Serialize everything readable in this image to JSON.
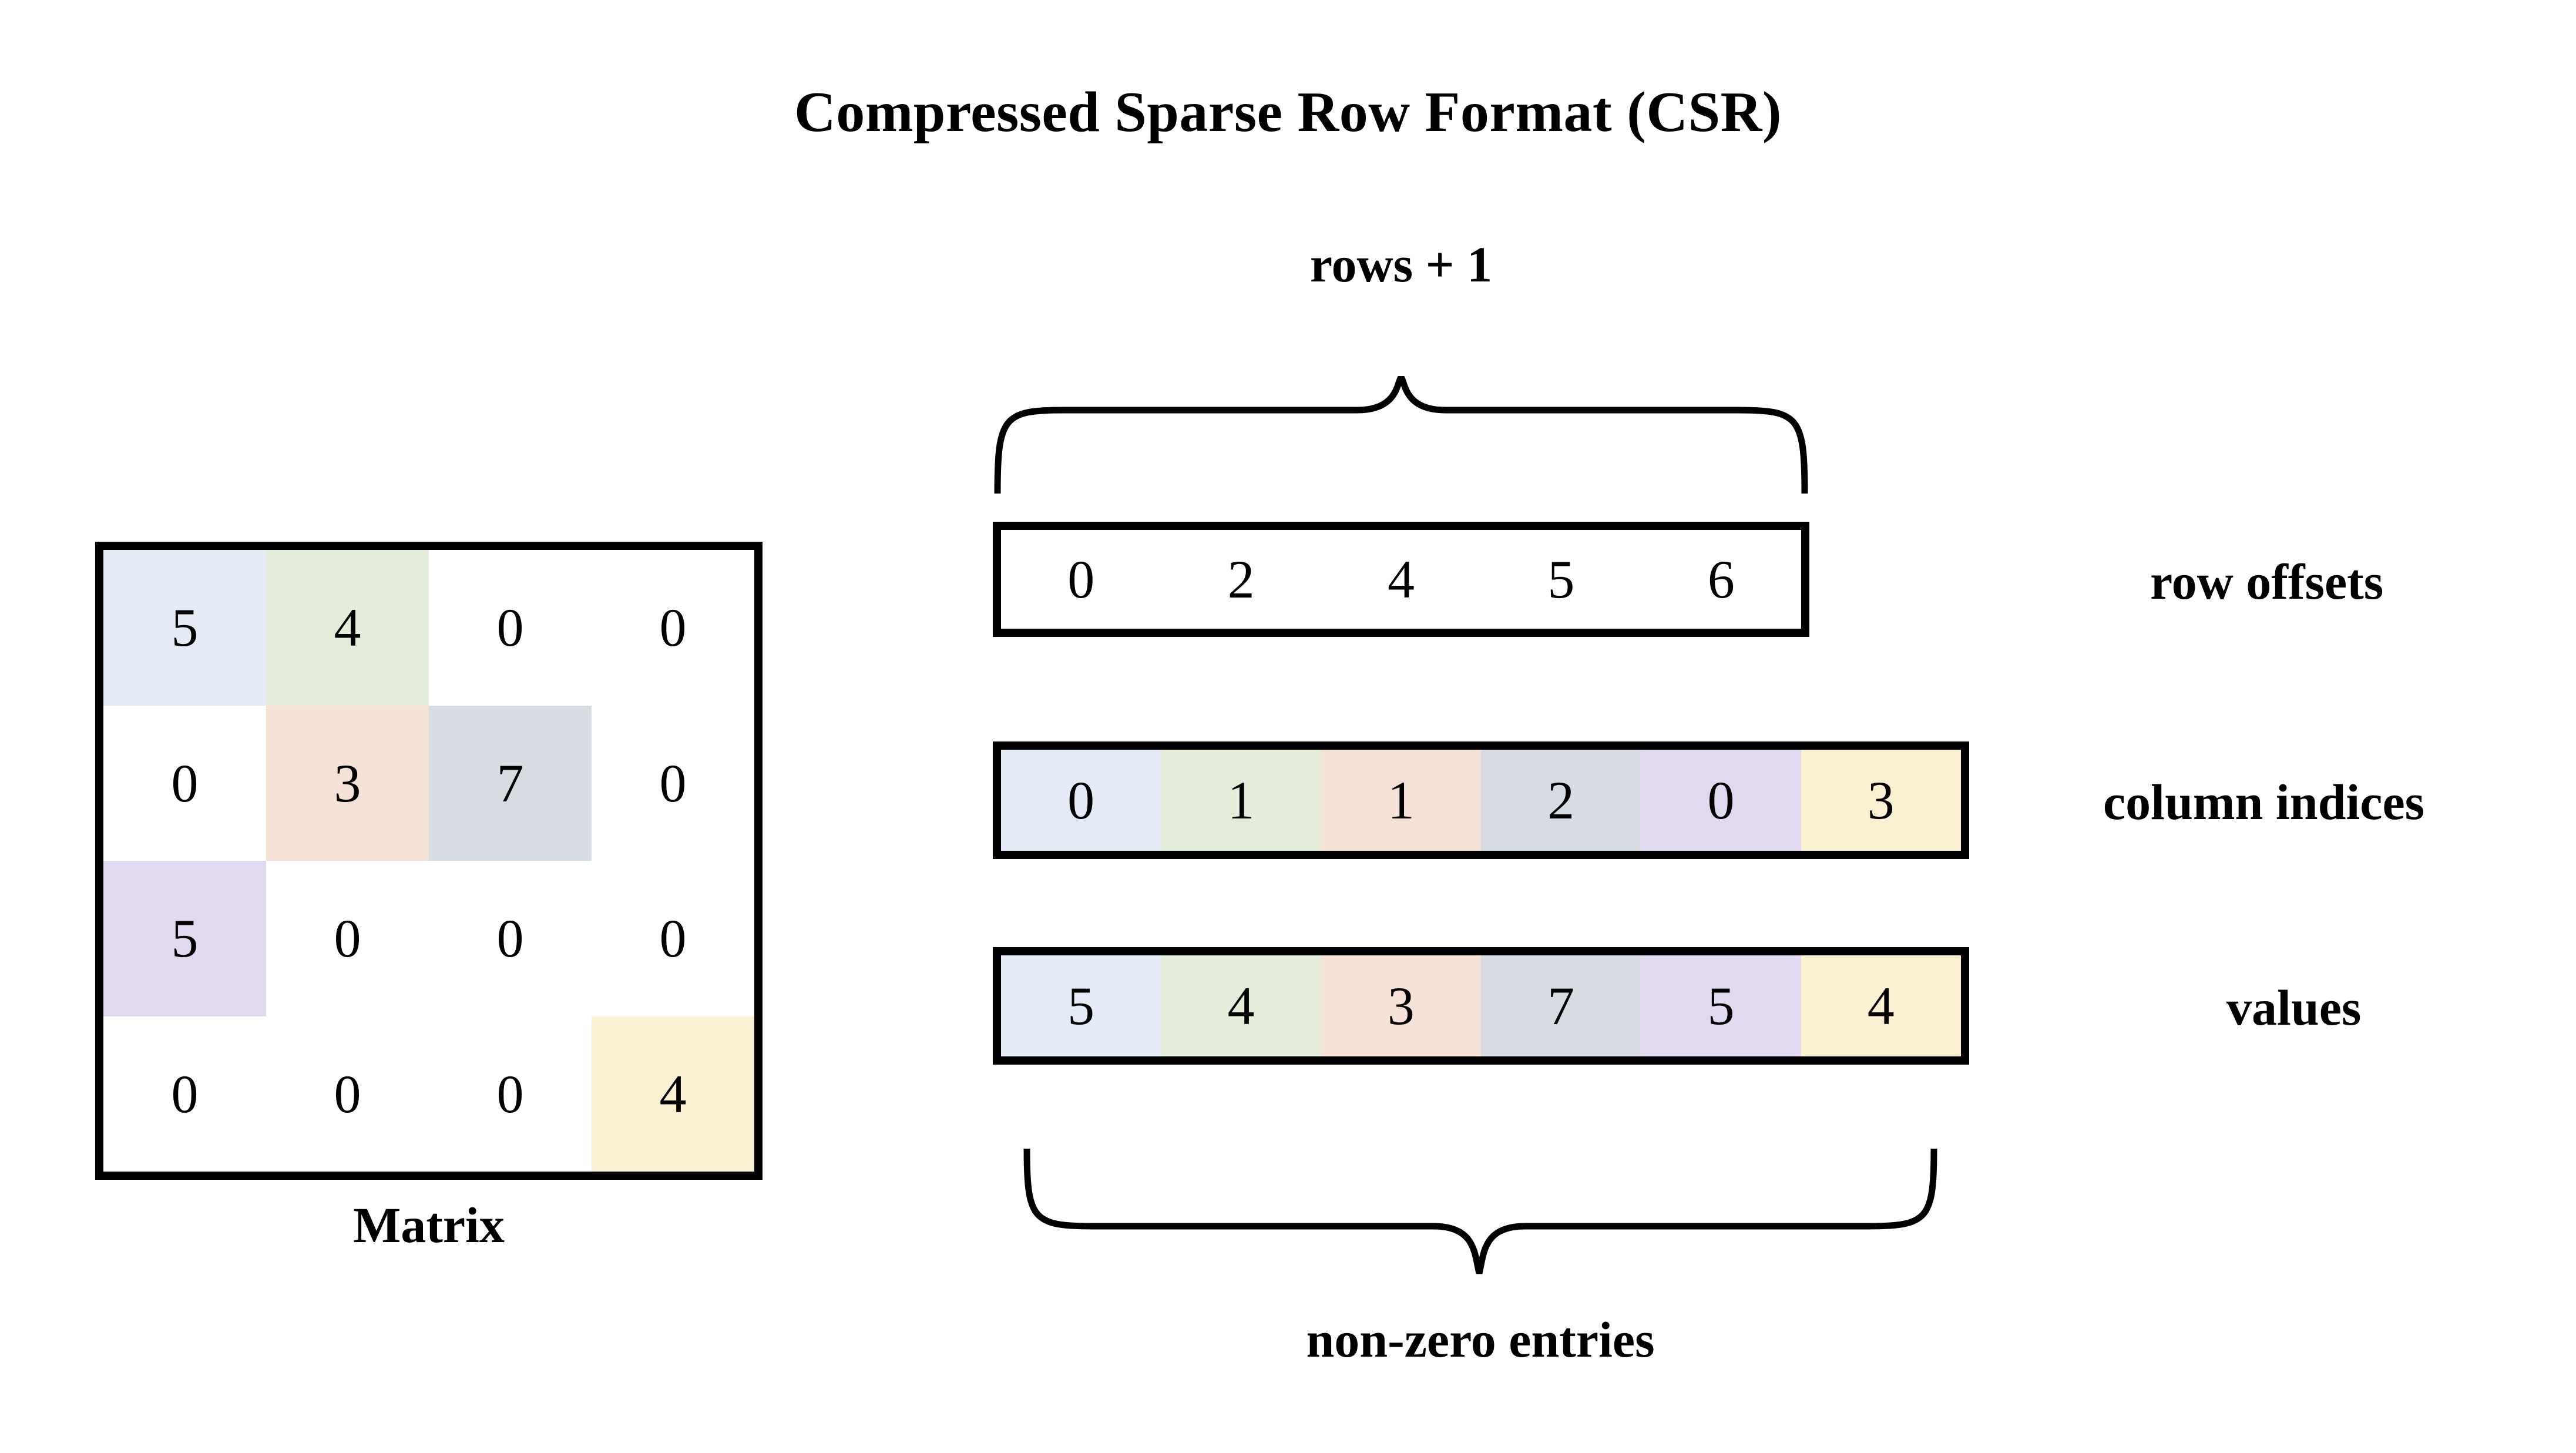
{
  "title": "Compressed Sparse Row Format (CSR)",
  "palette": {
    "blue": "#E4EAF6",
    "green": "#E3EDD9",
    "peach": "#F5E1D5",
    "gray": "#D7DBE2",
    "purple": "#E0D9EF",
    "yellow": "#FAF0D2",
    "white": "#FFFFFF",
    "stroke": "#000000"
  },
  "matrix": {
    "caption": "Matrix",
    "rows": 4,
    "cols": 4,
    "cells": [
      [
        {
          "v": "5",
          "c": "blue"
        },
        {
          "v": "4",
          "c": "green"
        },
        {
          "v": "0",
          "c": "white"
        },
        {
          "v": "0",
          "c": "white"
        }
      ],
      [
        {
          "v": "0",
          "c": "white"
        },
        {
          "v": "3",
          "c": "peach"
        },
        {
          "v": "7",
          "c": "gray"
        },
        {
          "v": "0",
          "c": "white"
        }
      ],
      [
        {
          "v": "5",
          "c": "purple"
        },
        {
          "v": "0",
          "c": "white"
        },
        {
          "v": "0",
          "c": "white"
        },
        {
          "v": "0",
          "c": "white"
        }
      ],
      [
        {
          "v": "0",
          "c": "white"
        },
        {
          "v": "0",
          "c": "white"
        },
        {
          "v": "0",
          "c": "white"
        },
        {
          "v": "4",
          "c": "yellow"
        }
      ]
    ]
  },
  "braces": {
    "top_label": "rows + 1",
    "bottom_label": "non-zero entries"
  },
  "arrays": [
    {
      "key": "row_offsets",
      "label": "row offsets",
      "cells": [
        {
          "v": "0",
          "c": "white"
        },
        {
          "v": "2",
          "c": "white"
        },
        {
          "v": "4",
          "c": "white"
        },
        {
          "v": "5",
          "c": "white"
        },
        {
          "v": "6",
          "c": "white"
        }
      ]
    },
    {
      "key": "column_indices",
      "label": "column indices",
      "cells": [
        {
          "v": "0",
          "c": "blue"
        },
        {
          "v": "1",
          "c": "green"
        },
        {
          "v": "1",
          "c": "peach"
        },
        {
          "v": "2",
          "c": "gray"
        },
        {
          "v": "0",
          "c": "purple"
        },
        {
          "v": "3",
          "c": "yellow"
        }
      ]
    },
    {
      "key": "values",
      "label": "values",
      "cells": [
        {
          "v": "5",
          "c": "blue"
        },
        {
          "v": "4",
          "c": "green"
        },
        {
          "v": "3",
          "c": "peach"
        },
        {
          "v": "7",
          "c": "gray"
        },
        {
          "v": "5",
          "c": "purple"
        },
        {
          "v": "4",
          "c": "yellow"
        }
      ]
    }
  ],
  "chart_data": {
    "type": "table",
    "title": "Compressed Sparse Row Format (CSR)",
    "dense_matrix": [
      [
        5,
        4,
        0,
        0
      ],
      [
        0,
        3,
        7,
        0
      ],
      [
        5,
        0,
        0,
        0
      ],
      [
        0,
        0,
        0,
        4
      ]
    ],
    "row_offsets": [
      0,
      2,
      4,
      5,
      6
    ],
    "column_indices": [
      0,
      1,
      1,
      2,
      0,
      3
    ],
    "values": [
      5,
      4,
      3,
      7,
      5,
      4
    ],
    "annotations": [
      "rows + 1",
      "non-zero entries",
      "Matrix"
    ]
  }
}
